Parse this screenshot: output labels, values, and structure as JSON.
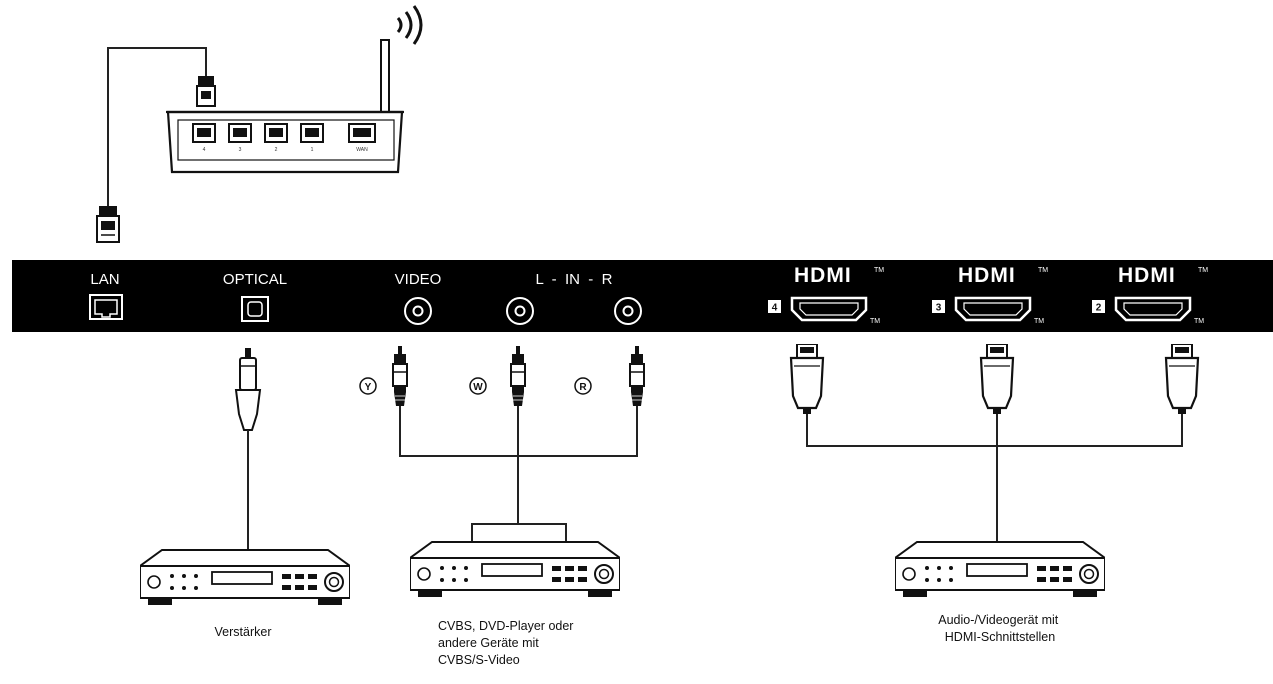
{
  "panel": {
    "lan_label": "LAN",
    "optical_label": "OPTICAL",
    "video_label": "VIDEO",
    "audio_label": "L  -  IN  -  R",
    "hdmi_logo": "HDMI",
    "trademark": "TM"
  },
  "router": {
    "port_labels": [
      "4",
      "3",
      "2",
      "1",
      "WAN"
    ]
  },
  "hdmi_ports": [
    {
      "number": "4"
    },
    {
      "number": "3"
    },
    {
      "number": "2"
    }
  ],
  "rca_markers": {
    "yellow": "Y",
    "white": "W",
    "red": "R"
  },
  "devices": {
    "amplifier": {
      "caption_lines": [
        "Verstärker"
      ]
    },
    "cvbs": {
      "caption_lines": [
        "CVBS, DVD-Player oder",
        "andere Geräte mit",
        "CVBS/S-Video"
      ]
    },
    "hdmi_av": {
      "caption_lines": [
        "Audio-/Videogerät mit",
        "HDMI-Schnittstellen"
      ]
    }
  }
}
